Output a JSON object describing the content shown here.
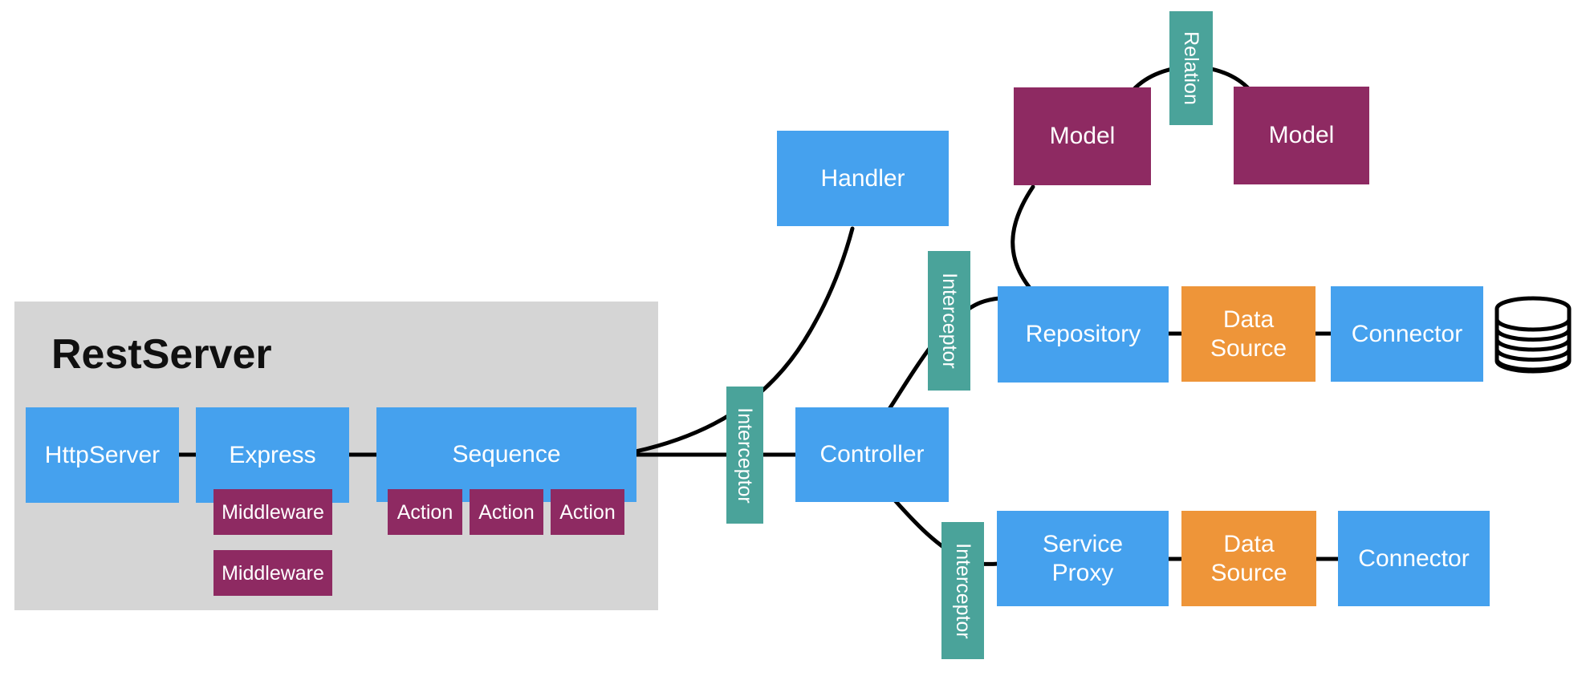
{
  "diagram_title": "LoopBack REST architecture diagram",
  "labels": {
    "rest_server": "RestServer",
    "http_server": "HttpServer",
    "express": "Express",
    "sequence": "Sequence",
    "middleware1": "Middleware",
    "middleware2": "Middleware",
    "action1": "Action",
    "action2": "Action",
    "action3": "Action",
    "handler": "Handler",
    "interceptor_center": "Interceptor",
    "interceptor_top": "Interceptor",
    "interceptor_bottom": "Interceptor",
    "controller": "Controller",
    "model_left": "Model",
    "relation": "Relation",
    "model_right": "Model",
    "repository": "Repository",
    "data_source_top": "Data Source",
    "connector_top": "Connector",
    "service_proxy": "Service Proxy",
    "data_source_bottom": "Data Source",
    "connector_bottom": "Connector"
  },
  "icons": {
    "database": "database-cylinder-icon"
  },
  "colors": {
    "node_blue": "#45a1ee",
    "node_purple": "#8e2a62",
    "node_teal": "#4aa39a",
    "node_orange": "#ee9539",
    "group_background": "#d5d5d5",
    "connector_line": "#000000",
    "node_text": "#ffffff",
    "title_text": "#101010",
    "canvas_background": "#ffffff"
  }
}
